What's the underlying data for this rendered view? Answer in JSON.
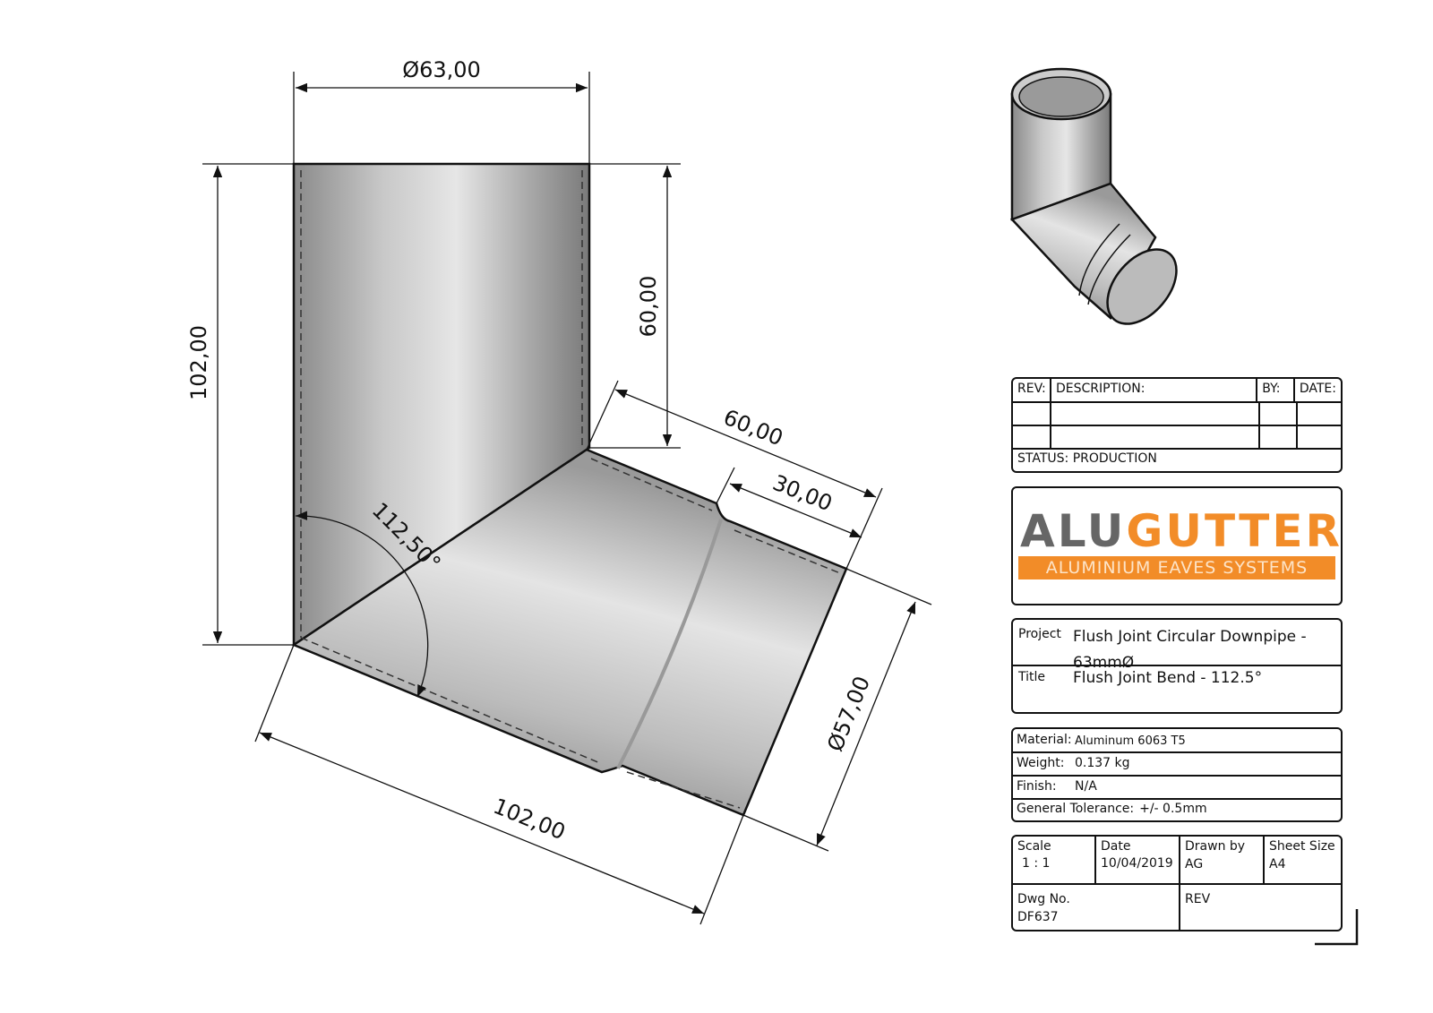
{
  "drawing": {
    "dims": {
      "top_diameter": "Ø63,00",
      "left_height": "102,00",
      "socket_length": "60,00",
      "spigot_length": "60,00",
      "spigot_step": "30,00",
      "angle": "112,50°",
      "bottom_length": "102,00",
      "end_diameter": "Ø57,00"
    }
  },
  "revision_table": {
    "headers": [
      "REV:",
      "DESCRIPTION:",
      "BY:",
      "DATE:"
    ],
    "status": "STATUS: PRODUCTION"
  },
  "logo": {
    "text_grey": "ALU",
    "text_orange": "GUTTER",
    "tagline": "ALUMINIUM EAVES SYSTEMS",
    "colors": {
      "grey": "#666666",
      "orange": "#f28c28"
    }
  },
  "project": {
    "project_label": "Project",
    "project_value": "Flush Joint Circular Downpipe - 63mmØ",
    "title_label": "Title",
    "title_value": "Flush Joint Bend - 112.5°"
  },
  "specs": [
    {
      "label": "Material:",
      "value": "Aluminum 6063 T5"
    },
    {
      "label": "Weight:",
      "value": "0.137 kg"
    },
    {
      "label": "Finish:",
      "value": "N/A"
    },
    {
      "label": "General Tolerance:",
      "value": "+/- 0.5mm"
    }
  ],
  "info": {
    "scale_label": "Scale",
    "scale": "1 : 1",
    "date_label": "Date",
    "date": "10/04/2019",
    "drawn_label": "Drawn by",
    "drawn": "AG",
    "sheet_label": "Sheet Size",
    "sheet": "A4",
    "dwg_label": "Dwg No.",
    "dwg": "DF637",
    "rev_label": "REV"
  }
}
